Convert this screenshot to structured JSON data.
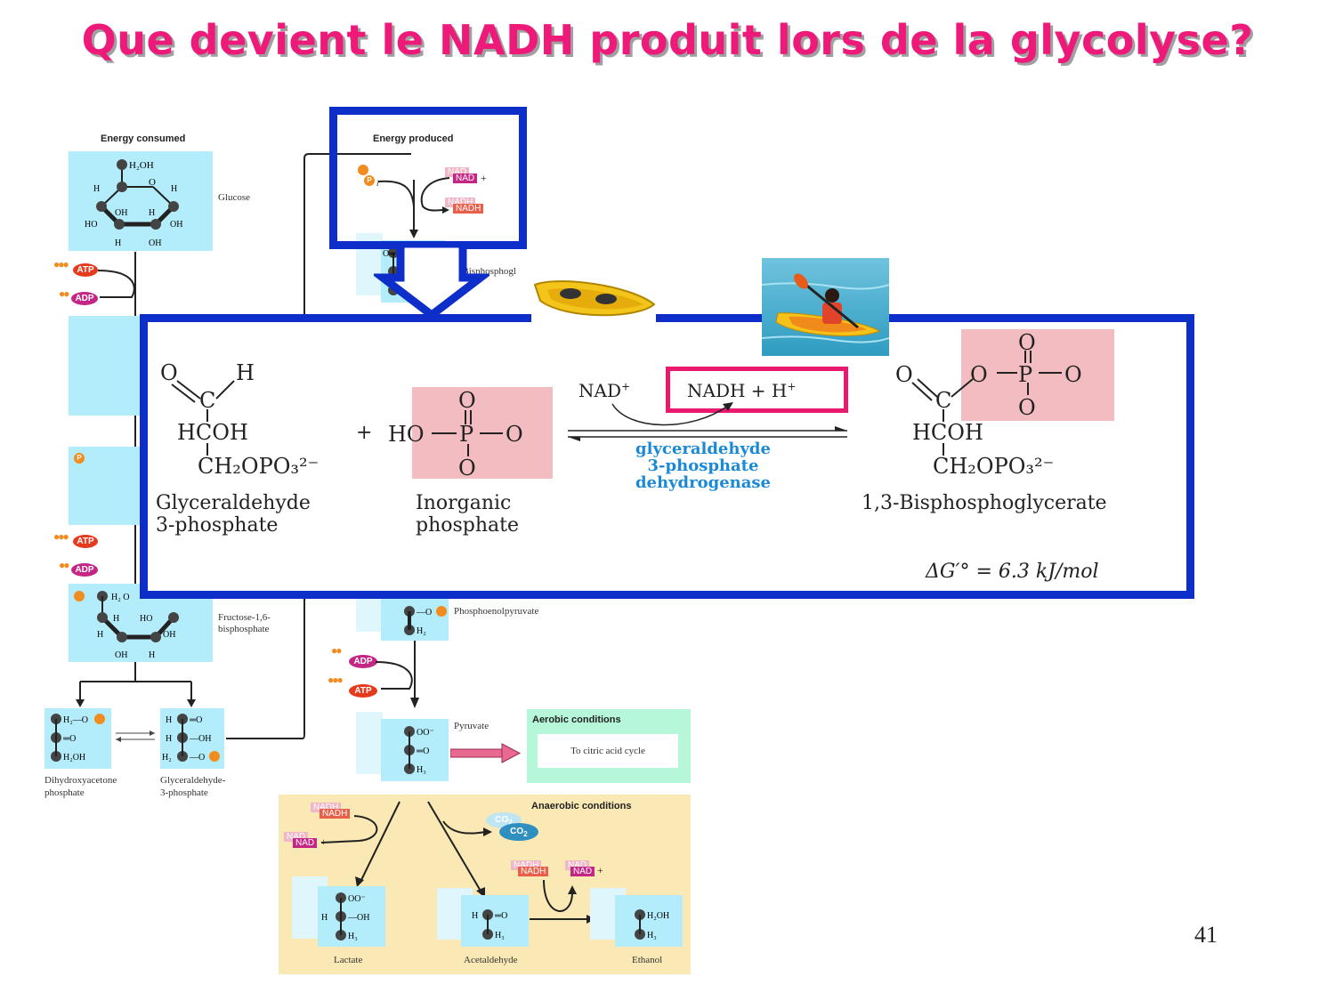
{
  "title": "Que devient le NADH produit lors de la glycolyse?",
  "page_number": "41",
  "left_column": {
    "header": "Energy consumed",
    "glucose": "Glucose",
    "fructose_bp_line1": "Fructose-1,6-",
    "fructose_bp_line2": "bisphosphate",
    "dhap_line1": "Dihydroxyacetone",
    "dhap_line2": "phosphate",
    "g3p_line1": "Glyceraldehyde-",
    "g3p_line2": "3-phosphate"
  },
  "right_column": {
    "header": "Energy produced",
    "bpg": "1,3-Bisphosphogl",
    "pep": "Phosphoenolpyruvate",
    "pyruvate": "Pyruvate",
    "pi": "P",
    "pi_sub": "i"
  },
  "cofactors": {
    "atp": "ATP",
    "adp": "ADP",
    "nad": "NAD",
    "nad_plus": "+",
    "nadh": "NADH",
    "co2": "CO",
    "co2_sub": "2"
  },
  "aerobic": {
    "header": "Aerobic conditions",
    "text": "To citric acid cycle"
  },
  "anaerobic": {
    "header": "Anaerobic conditions",
    "lactate": "Lactate",
    "acetaldehyde": "Acetaldehyde",
    "ethanol": "Ethanol"
  },
  "reaction": {
    "reactant1_line1": "Glyceraldehyde",
    "reactant1_line2": "3-phosphate",
    "reactant2_line1": "Inorganic",
    "reactant2_line2": "phosphate",
    "product_name": "1,3-Bisphosphoglycerate",
    "nad_label": "NAD",
    "nadh_label": "NADH + H",
    "plus": "+",
    "enzyme_line1": "glyceraldehyde",
    "enzyme_line2": "3-phosphate",
    "enzyme_line3": "dehydrogenase",
    "delta_g": "ΔG′° = 6.3 kJ/mol",
    "hcoh": "HCOH",
    "ch2opo3": "CH₂OPO₃²⁻",
    "ho": "HO",
    "p": "P",
    "o": "O",
    "h": "H",
    "c": "C"
  },
  "colors": {
    "title": "#ee1a7a",
    "highlight_border": "#0d2ec9",
    "nadh_box": "#e8196e",
    "molecule_bg": "#b3ecfb",
    "aerobic_bg": "#b6f7d9",
    "anaerobic_bg": "#fae9b4",
    "enzyme_text": "#1b8ad6"
  },
  "icons": [
    "kayak-inflatable-icon",
    "kayaker-photo-icon",
    "down-arrow-icon",
    "reaction-arrow-icon"
  ]
}
